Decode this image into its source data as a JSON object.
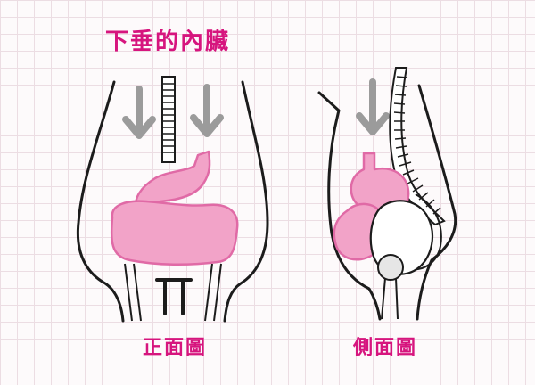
{
  "title": "下垂的內臟",
  "front_caption": "正面圖",
  "side_caption": "側面圖",
  "colors": {
    "title": "#d6157e",
    "caption": "#d6157e",
    "organ_fill": "#f2a3c8",
    "organ_stroke": "#e06aa6",
    "outline": "#1c1c1c",
    "arrow": "#9b9b9b",
    "bone_fill": "#e6e6e6"
  },
  "icons": [
    "down-arrow-icon",
    "spine-icon",
    "stomach-icon",
    "intestine-icon",
    "bladder-icon",
    "pelvis-icon"
  ]
}
